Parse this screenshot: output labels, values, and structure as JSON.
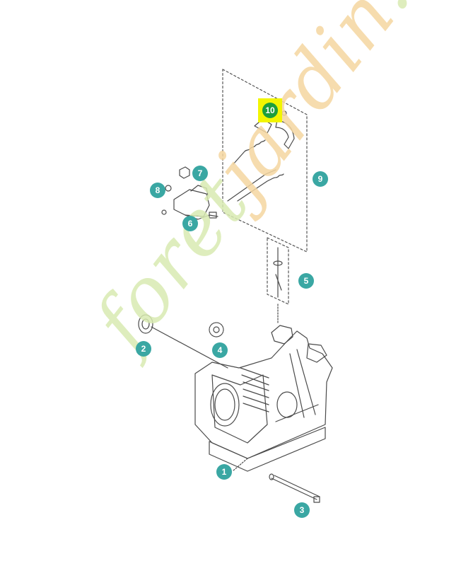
{
  "callouts": [
    {
      "id": "1",
      "label": "1"
    },
    {
      "id": "2",
      "label": "2"
    },
    {
      "id": "3",
      "label": "3"
    },
    {
      "id": "4",
      "label": "4"
    },
    {
      "id": "5",
      "label": "5"
    },
    {
      "id": "6",
      "label": "6"
    },
    {
      "id": "7",
      "label": "7"
    },
    {
      "id": "8",
      "label": "8"
    },
    {
      "id": "9",
      "label": "9"
    },
    {
      "id": "10",
      "label": "10",
      "highlighted": true
    }
  ],
  "watermark": {
    "text_part1": "foret",
    "text_part2": "jardin",
    "text_part3": ".com"
  },
  "colors": {
    "callout": "#3aa7a3",
    "callout_highlight": "#1d9e3c",
    "highlight_box": "#f2f500",
    "line_art": "#4a4a4a",
    "watermark_green": "#d9ebb2",
    "watermark_orange": "#f5d7a1"
  }
}
